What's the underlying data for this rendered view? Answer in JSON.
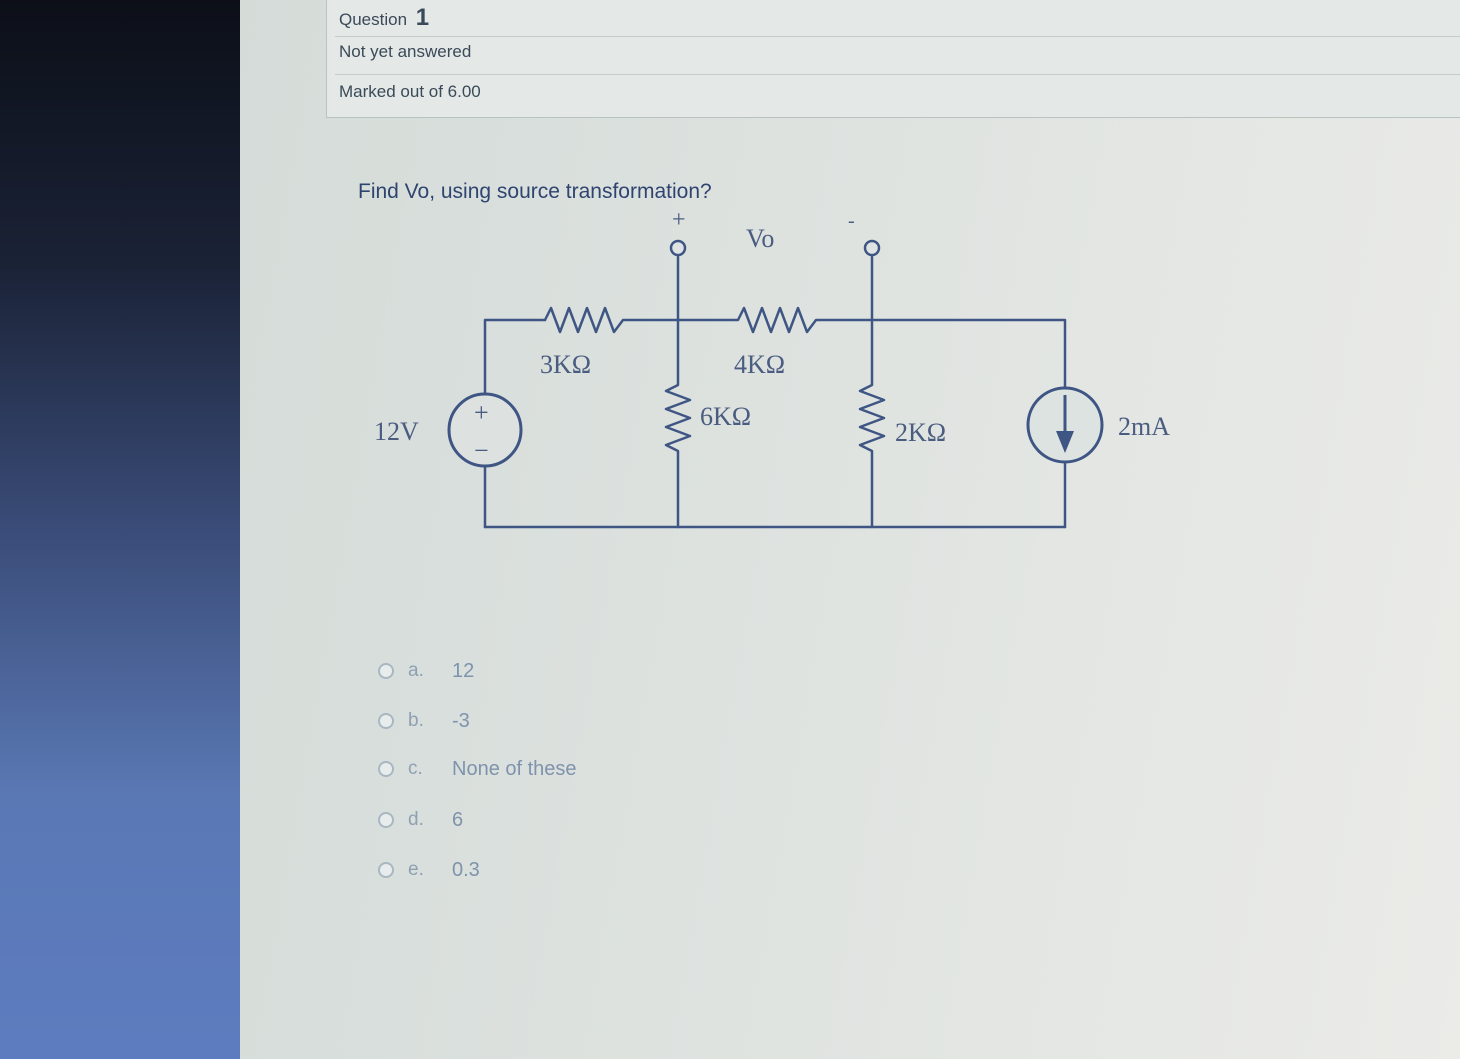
{
  "question": {
    "label": "Question",
    "number": "1",
    "status": "Not yet answered",
    "marks": "Marked out of 6.00",
    "text": "Find Vo, using source transformation?"
  },
  "circuit": {
    "labels": {
      "plus": "+",
      "minus": "-",
      "vo": "Vo",
      "r1": "3KΩ",
      "r2": "4KΩ",
      "r3": "6KΩ",
      "r4": "2KΩ",
      "source_v": "12V",
      "source_i": "2mA",
      "src_plus": "+",
      "src_minus": "−"
    }
  },
  "options": [
    {
      "letter": "a.",
      "text": "12"
    },
    {
      "letter": "b.",
      "text": "-3"
    },
    {
      "letter": "c.",
      "text": "None of these"
    },
    {
      "letter": "d.",
      "text": "6"
    },
    {
      "letter": "e.",
      "text": "0.3"
    }
  ]
}
